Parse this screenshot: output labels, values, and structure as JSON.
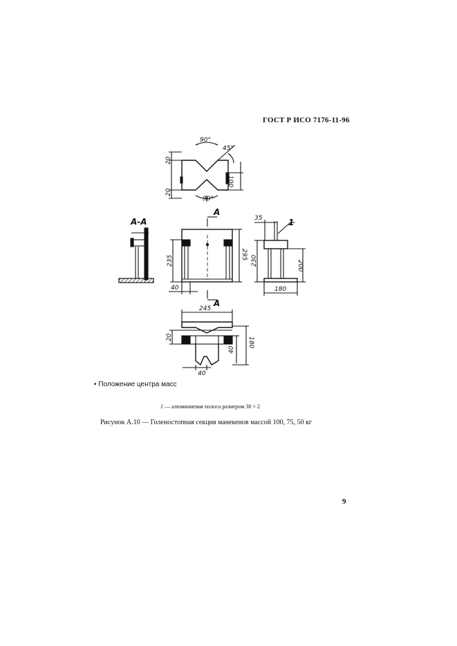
{
  "header": {
    "standard": "ГОСТ Р ИСО 7176-11-96"
  },
  "drawing": {
    "top_view": {
      "dims": [
        "90°",
        "45°",
        "20",
        "100",
        "20",
        "90°"
      ]
    },
    "section": {
      "label": "А-А"
    },
    "front_view": {
      "section_mark_top": "А",
      "section_mark_bottom": "А",
      "dims": [
        "235",
        "295",
        "40"
      ]
    },
    "side_view": {
      "callout": "1",
      "dims": [
        "35",
        "230",
        "200",
        "180"
      ]
    },
    "bottom_view": {
      "dims": [
        "245",
        "20",
        "180",
        "40",
        "40"
      ]
    }
  },
  "notes": {
    "bullet": "•",
    "center_of_mass": "Положение центра масс",
    "legend_num": "1",
    "legend_text": " — алюминиевая полоса размером 30 × 2"
  },
  "caption": "Рисунок А.10 — Голеностопная секция манекенов массой 100, 75, 50 кг",
  "page_number": "9"
}
